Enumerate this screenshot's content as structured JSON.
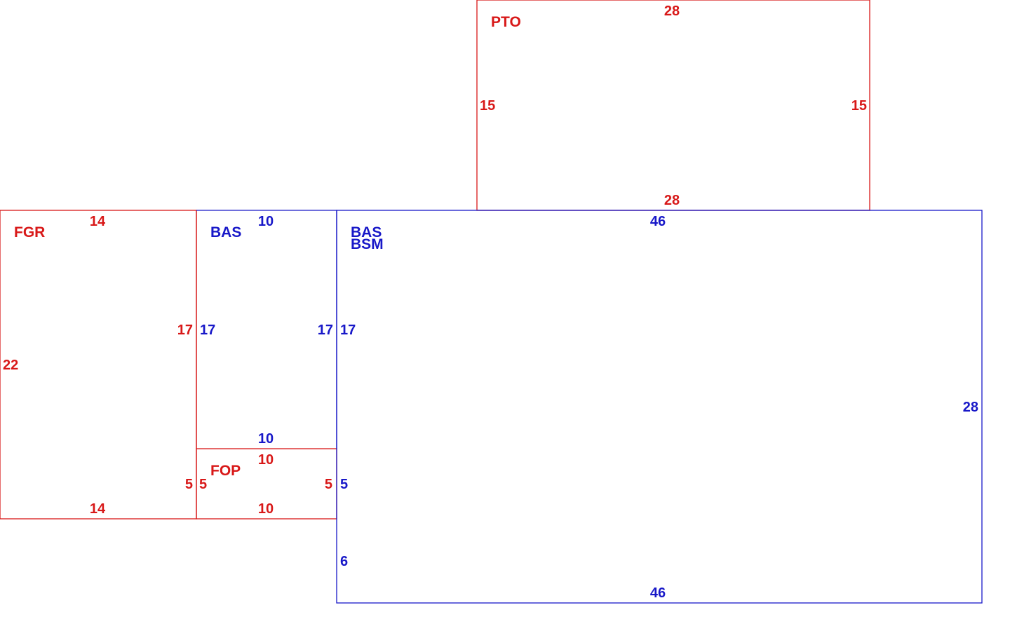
{
  "colors": {
    "red": "#d81818",
    "blue": "#1818c8",
    "background": "#ffffff"
  },
  "areas": {
    "pto": {
      "label": "PTO",
      "color": "red",
      "dims": {
        "top": "28",
        "bottom": "28",
        "left": "15",
        "right": "15"
      }
    },
    "fgr": {
      "label": "FGR",
      "color": "red",
      "dims": {
        "top": "14",
        "bottom": "14",
        "left": "22",
        "right_upper": "17",
        "right_lower": "5"
      }
    },
    "bas_small": {
      "label": "BAS",
      "color": "blue",
      "dims": {
        "top": "10",
        "bottom": "10",
        "left": "17",
        "right": "17"
      }
    },
    "fop": {
      "label": "FOP",
      "color": "red",
      "dims": {
        "top": "10",
        "bottom": "10",
        "left": "5",
        "right": "5"
      }
    },
    "bas_main": {
      "label": "BAS",
      "label2": "BSM",
      "color": "blue",
      "dims": {
        "top": "46",
        "bottom": "46",
        "right": "28",
        "left_upper": "17",
        "left_mid": "5",
        "left_lower": "6"
      }
    }
  }
}
